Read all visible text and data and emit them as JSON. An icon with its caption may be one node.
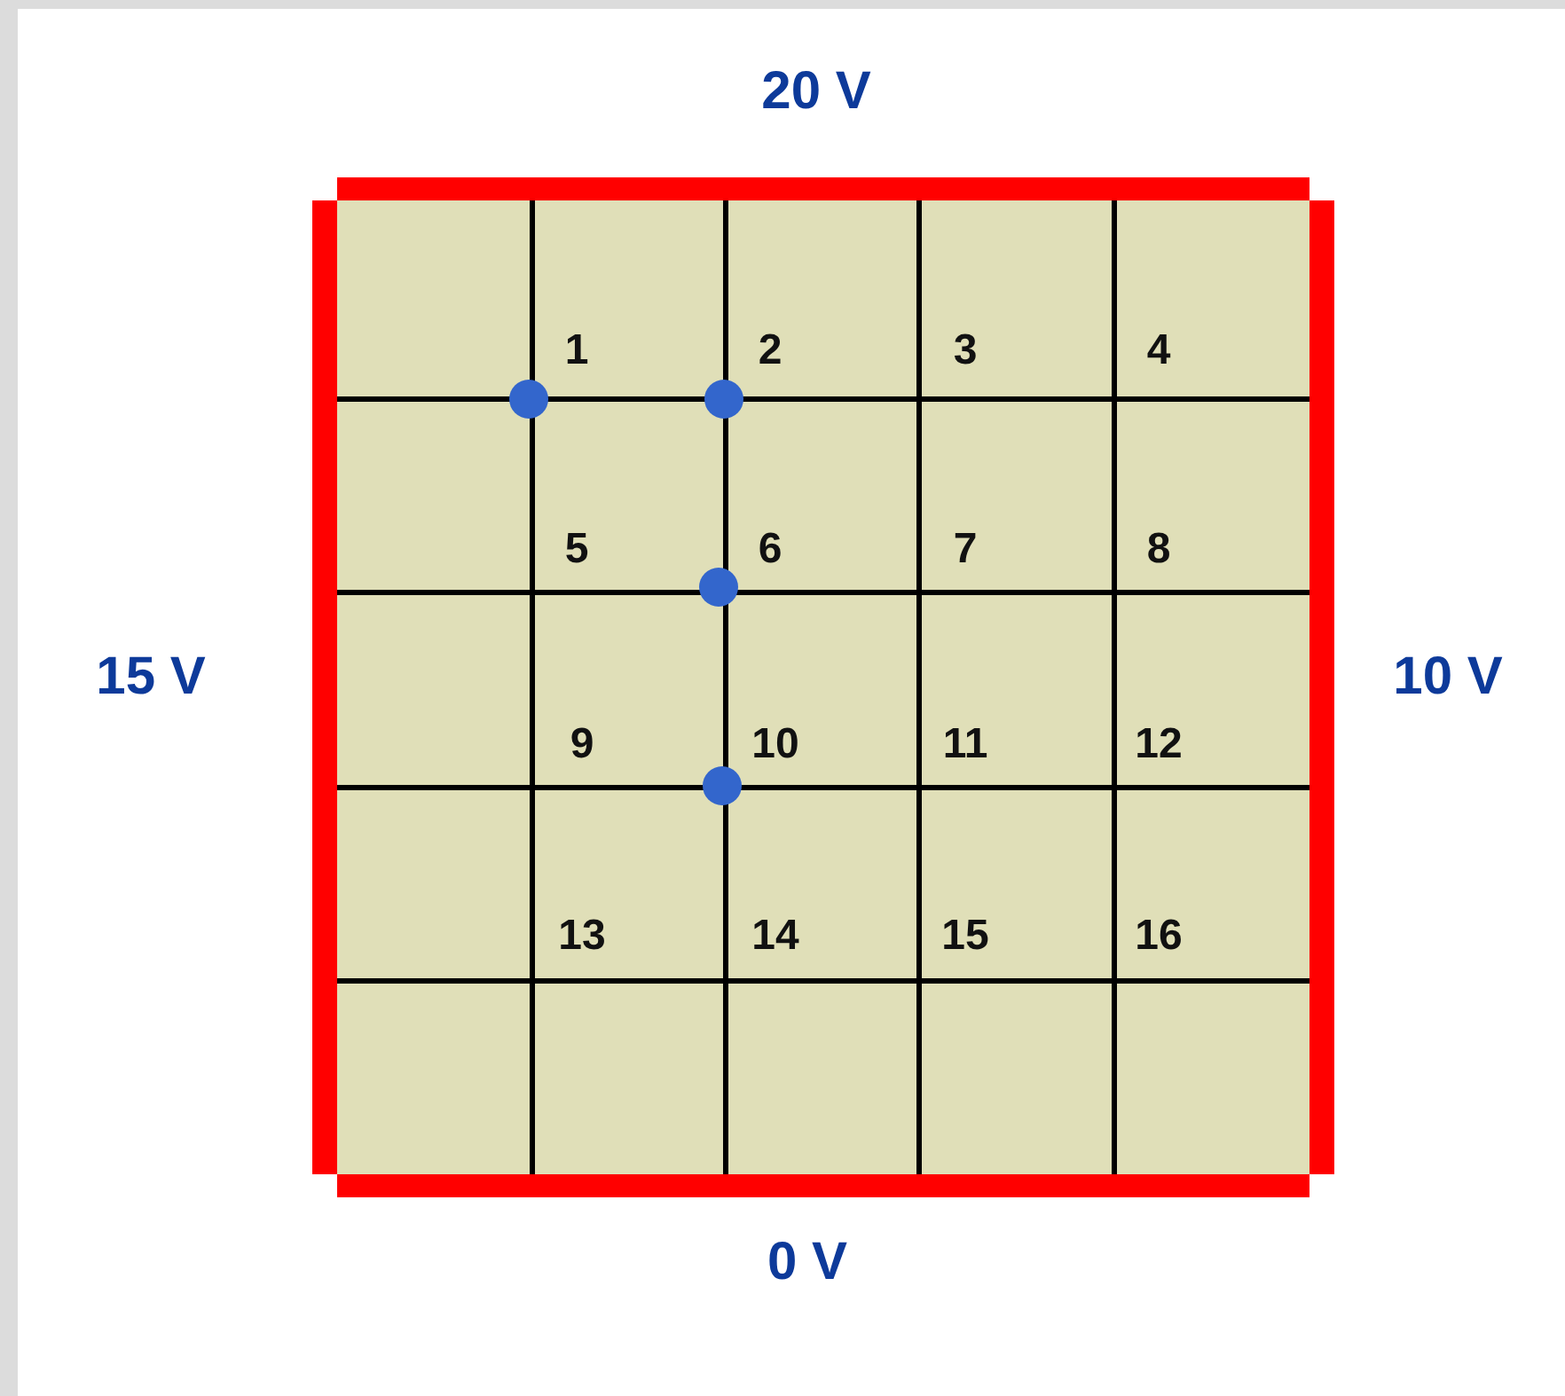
{
  "diagram": {
    "labels": [
      "20 V",
      "1",
      "2",
      "3",
      "4",
      "5",
      "6",
      "7",
      "8",
      "15 V",
      "10 V",
      "9",
      "10",
      "11",
      "12",
      "13",
      "14",
      "15",
      "16",
      "0 V"
    ]
  }
}
